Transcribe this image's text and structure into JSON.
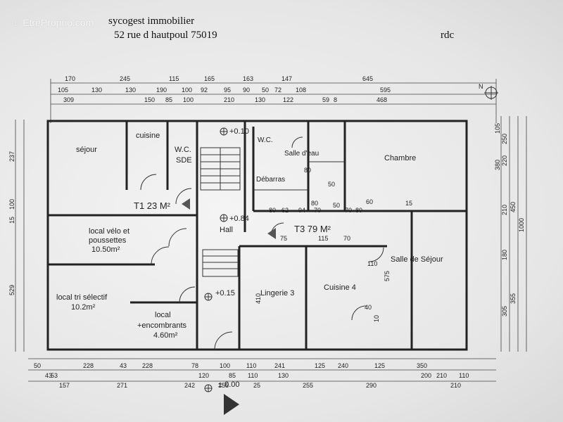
{
  "header": {
    "watermark": "© EtreProprio.com",
    "company": "sycogest immobilier",
    "address": "52 rue d hautpoul 75019",
    "level": "rdc"
  },
  "rooms": {
    "sejour": "séjour",
    "cuisine": "cuisine",
    "wc": "W.C.",
    "sde": "SDE",
    "wc2": "W.C.",
    "salle_eau": "Salle d'eau",
    "chambre": "Chambre",
    "debarras": "Débarras",
    "t1": "T1 23 M²",
    "t3": "T3 79 M²",
    "hall": "Hall",
    "velo_1": "local vélo et",
    "velo_2": "poussettes",
    "velo_3": "10.50m²",
    "tri_1": "local tri sélectif",
    "tri_2": "10.2m²",
    "enc_1": "local",
    "enc_2": "+encombrants",
    "enc_3": "4.60m²",
    "lingerie": "Lingerie 3",
    "cuisine4": "Cuisine 4",
    "salle_sejour": "Salle de Séjour"
  },
  "levels": {
    "l010": "+0.10",
    "l084": "+0.84",
    "l015": "+0.15",
    "l000": "± 0.00"
  },
  "dims": {
    "top1": [
      "170",
      "245",
      "115",
      "165",
      "163",
      "147",
      "645"
    ],
    "top2": [
      "105",
      "130",
      "130",
      "190",
      "100",
      "92",
      "95",
      "90",
      "50",
      "72",
      "108",
      "595"
    ],
    "top3": [
      "309",
      "150",
      "85",
      "100",
      "210",
      "130",
      "122",
      "59",
      "8",
      "468"
    ],
    "bot1": [
      "50",
      "228",
      "43",
      "228",
      "78",
      "100",
      "110",
      "241",
      "125",
      "240",
      "125",
      "350"
    ],
    "bot2": [
      "43",
      "53",
      "120",
      "85",
      "110",
      "130",
      "200",
      "210",
      "110"
    ],
    "bot3": [
      "157",
      "271",
      "242",
      "155",
      "25",
      "255",
      "290",
      "210"
    ],
    "left": [
      "237",
      "100",
      "15",
      "529"
    ],
    "right": [
      "105",
      "250",
      "220",
      "380",
      "210",
      "450",
      "180",
      "1000",
      "305",
      "355"
    ],
    "inner": [
      "80",
      "50",
      "50",
      "70",
      "60",
      "80",
      "75",
      "115",
      "70",
      "110",
      "410",
      "575",
      "40",
      "10",
      "15",
      "70",
      "62",
      "94",
      "80",
      "80"
    ]
  }
}
